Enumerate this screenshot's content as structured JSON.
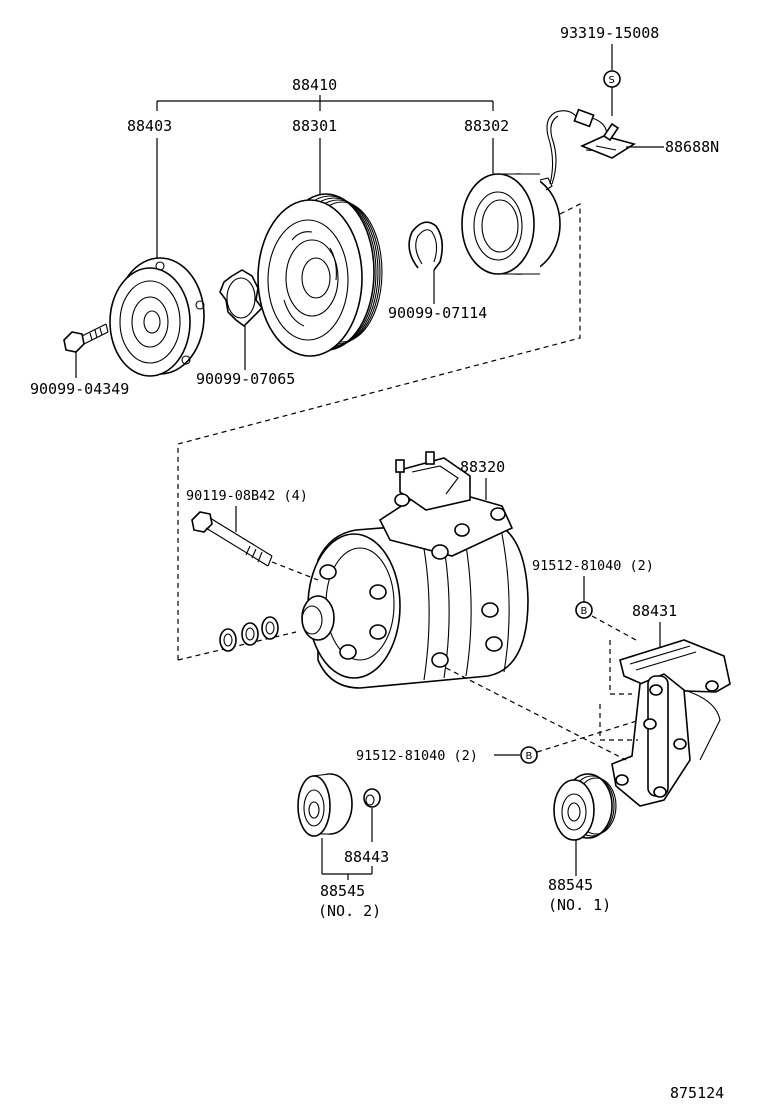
{
  "diagram": {
    "figure_number": "875124",
    "callouts": {
      "assembly_88410": "88410",
      "hub_88403": "88403",
      "pulley_88301": "88301",
      "coil_88302": "88302",
      "bolt_900990434": "90099-04349",
      "shim_900990706": "90099-07065",
      "snap_ring_900990711": "90099-07114",
      "screw_9331915008": "93319-15008",
      "clamp_88688n": "88688N",
      "compressor_88320": "88320",
      "bolt_9011908b42": "90119-08B42 (4)",
      "bolt_9151281040_a": "91512-81040 (2)",
      "bracket_88431": "88431",
      "bolt_9151281040_b": "91512-81040 (2)",
      "nut_88443": "88443",
      "idler_88545_no2": "88545",
      "idler_88545_no2_sub": "(NO. 2)",
      "idler_88545_no1": "88545",
      "idler_88545_no1_sub": "(NO. 1)"
    },
    "symbols": {
      "s_mark": "S",
      "b_mark": "B",
      "b_mark_2": "B"
    }
  }
}
